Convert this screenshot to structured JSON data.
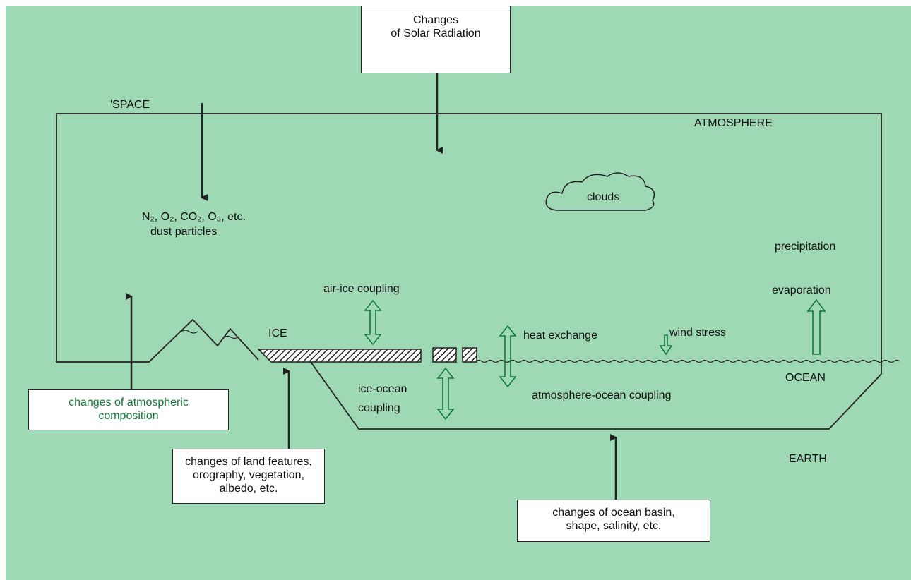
{
  "labels": {
    "space": "'SPACE",
    "atmosphere": "ATMOSPHERE",
    "clouds": "clouds",
    "gases_line1": "N₂, O₂, CO₂, O₃, etc.",
    "gases_line2": "dust particles",
    "precipitation": "precipitation",
    "evaporation": "evaporation",
    "ice": "ICE",
    "air_ice_coupling": "air-ice coupling",
    "heat_exchange": "heat exchange",
    "wind_stress": "wind stress",
    "ocean": "OCEAN",
    "ice_ocean_line1": "ice-ocean",
    "ice_ocean_line2": "coupling",
    "atmosphere_ocean_coupling": "atmosphere-ocean coupling",
    "earth": "EARTH"
  },
  "boxes": {
    "solar": [
      "Changes",
      "of Solar Radiation"
    ],
    "atmospheric": [
      "changes of atmospheric",
      "composition"
    ],
    "land": [
      "changes of land features,",
      "orography, vegetation,",
      "albedo, etc."
    ],
    "ocean_basin": [
      "changes of ocean basin,",
      "shape, salinity, etc."
    ]
  },
  "colors": {
    "background": "#9fd8b4",
    "green_arrow": "#127a3a",
    "line": "#222222"
  }
}
